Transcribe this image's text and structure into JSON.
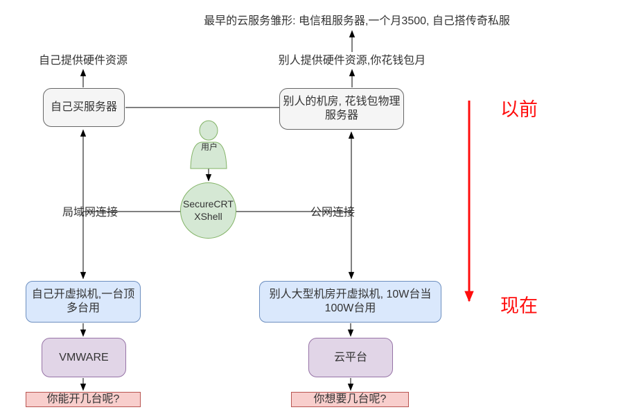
{
  "notes": {
    "top_note": "最早的云服务雏形: 电信租服务器,一个月3500, 自己搭传奇私服",
    "left_hw_label": "自己提供硬件资源",
    "right_hw_label": "别人提供硬件资源,你花钱包月",
    "lan_label": "局域网连接",
    "wan_label": "公网连接"
  },
  "nodes": {
    "own_server": "自己买服务器",
    "others_room": "别人的机房, 花钱包物理\n服务器",
    "user": "用户",
    "terminal": "SecureCRT\nXShell",
    "own_vm": "自己开虚拟机,一台顶\n多台用",
    "others_vm": "别人大型机房开虚拟机, 10W台当\n100W台用",
    "vmware": "VMWARE",
    "cloud_platform": "云平台",
    "question_left": "你能开几台呢?",
    "question_right": "你想要几台呢?"
  },
  "timeline": {
    "past": "以前",
    "present": "现在"
  },
  "colors": {
    "node_gray_fill": "#f5f5f5",
    "node_gray_stroke": "#666666",
    "node_blue_fill": "#dae8fc",
    "node_blue_stroke": "#6c8ebf",
    "node_purple_fill": "#e1d5e7",
    "node_purple_stroke": "#9673a6",
    "node_pink_fill": "#f8cecc",
    "node_pink_stroke": "#b85450",
    "node_green_fill": "#d5e8d4",
    "node_green_stroke": "#82b366",
    "timeline_red": "#ff0d0d",
    "connector_black": "#000000",
    "text_color": "#333333"
  }
}
